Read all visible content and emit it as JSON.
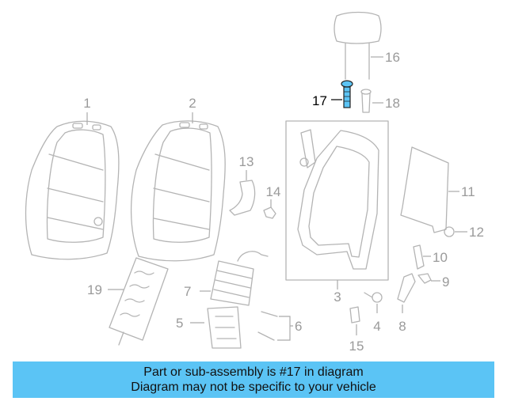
{
  "colors": {
    "banner_bg": "#5bc4f5",
    "parts": "#b4b4b4",
    "highlight_part": "#5bc4f5",
    "highlight_callout": "#000000"
  },
  "callouts": {
    "c1": "1",
    "c2": "2",
    "c3": "3",
    "c4": "4",
    "c5": "5",
    "c6": "6",
    "c7": "7",
    "c8": "8",
    "c9": "9",
    "c10": "10",
    "c11": "11",
    "c12": "12",
    "c13": "13",
    "c14": "14",
    "c15": "15",
    "c16": "16",
    "c17": "17",
    "c18": "18",
    "c19": "19"
  },
  "highlighted_part": "17",
  "banner": {
    "line1": "Part or sub-assembly is #17 in diagram",
    "line2": "Diagram may not be specific to your vehicle"
  }
}
